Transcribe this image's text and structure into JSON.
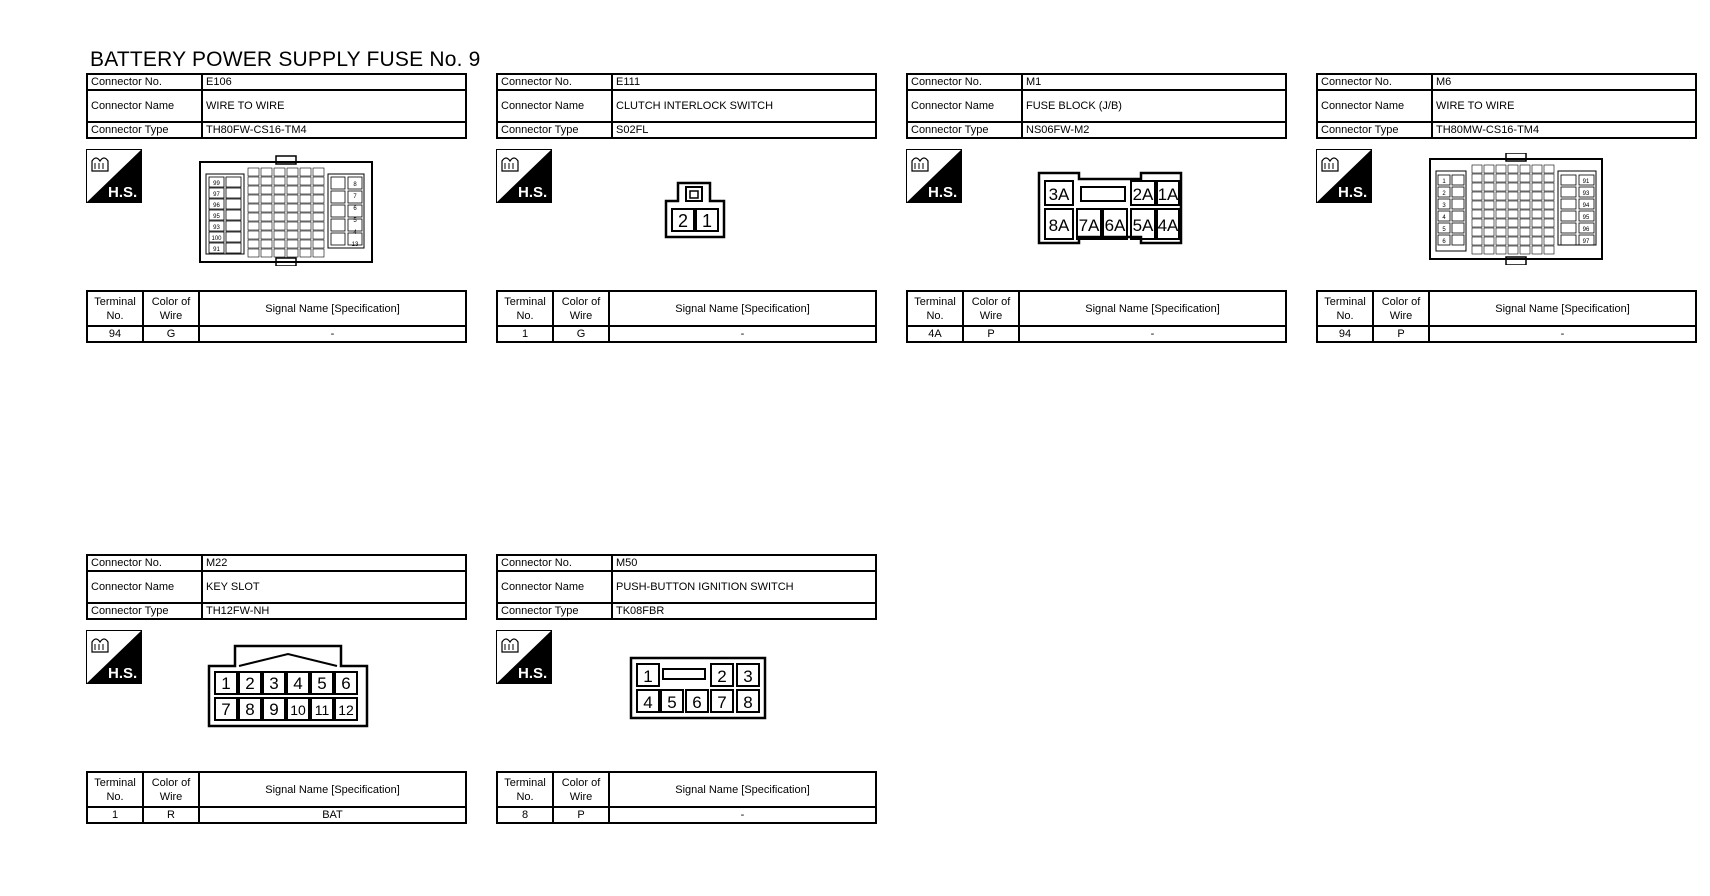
{
  "page": {
    "title": "BATTERY POWER SUPPLY FUSE No. 9"
  },
  "labels": {
    "connector_no": "Connector No.",
    "connector_name": "Connector Name",
    "connector_type": "Connector Type",
    "terminal_no": "Terminal No.",
    "color_of_wire": "Color of Wire",
    "signal_name": "Signal Name [Specification]",
    "hs": "H.S."
  },
  "connectors": [
    {
      "no": "E106",
      "name": "WIRE TO WIRE",
      "type": "TH80FW-CS16-TM4",
      "terminal": "94",
      "color": "G",
      "signal": "-",
      "pins_left": [
        "99",
        "97",
        "96",
        "95",
        "93",
        "100",
        "91"
      ],
      "pins_right": [
        "8",
        "7",
        "6",
        "5",
        "4",
        "13"
      ]
    },
    {
      "no": "E111",
      "name": "CLUTCH INTERLOCK SWITCH",
      "type": "S02FL",
      "terminal": "1",
      "color": "G",
      "signal": "-",
      "pins": [
        "2",
        "1"
      ]
    },
    {
      "no": "M1",
      "name": "FUSE BLOCK (J/B)",
      "type": "NS06FW-M2",
      "terminal": "4A",
      "color": "P",
      "signal": "-",
      "pins_top": [
        "3A",
        "2A",
        "1A"
      ],
      "pins_bottom": [
        "8A",
        "7A",
        "6A",
        "5A",
        "4A"
      ]
    },
    {
      "no": "M6",
      "name": "WIRE TO WIRE",
      "type": "TH80MW-CS16-TM4",
      "terminal": "94",
      "color": "P",
      "signal": "-",
      "pins_left": [
        "1",
        "2",
        "3",
        "4",
        "5",
        "6"
      ],
      "pins_right": [
        "91",
        "93",
        "94",
        "95",
        "96",
        "97"
      ]
    },
    {
      "no": "M22",
      "name": "KEY SLOT",
      "type": "TH12FW-NH",
      "terminal": "1",
      "color": "R",
      "signal": "BAT",
      "pins_top": [
        "1",
        "2",
        "3",
        "4",
        "5",
        "6"
      ],
      "pins_bottom": [
        "7",
        "8",
        "9",
        "10",
        "11",
        "12"
      ]
    },
    {
      "no": "M50",
      "name": "PUSH-BUTTON IGNITION SWITCH",
      "type": "TK08FBR",
      "terminal": "8",
      "color": "P",
      "signal": "-",
      "pins_top_left": [
        "1"
      ],
      "pins_top_right": [
        "2",
        "3"
      ],
      "pins_bottom": [
        "4",
        "5",
        "6",
        "7",
        "8"
      ]
    }
  ]
}
